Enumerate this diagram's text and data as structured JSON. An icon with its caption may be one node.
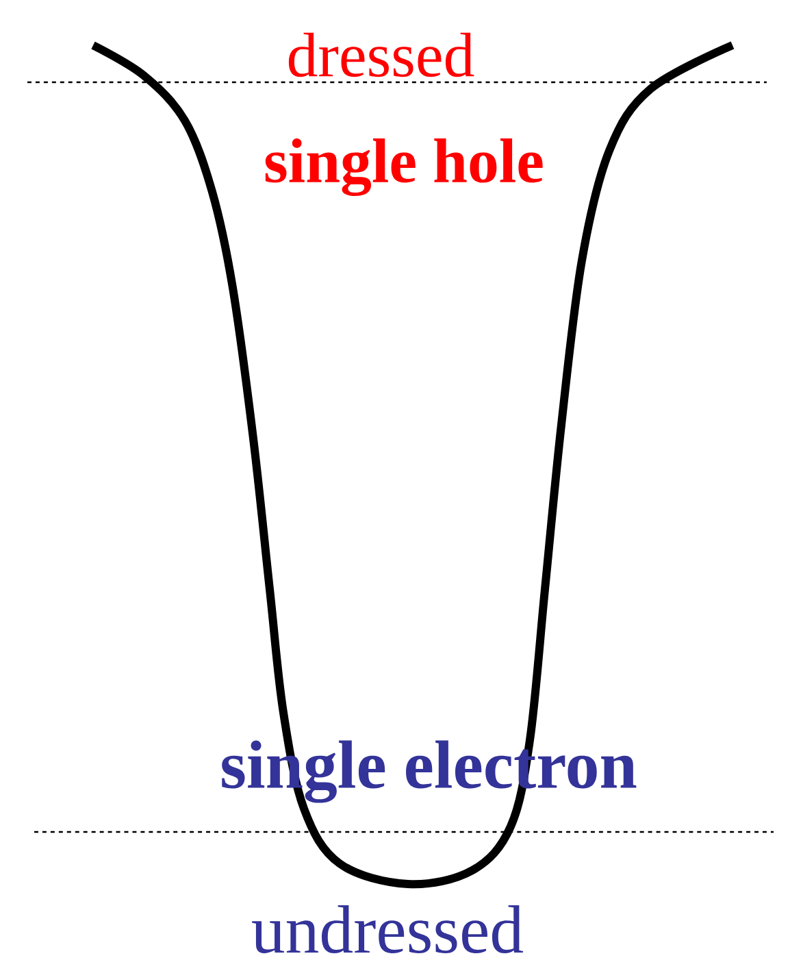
{
  "diagram": {
    "labels": [
      "dressed",
      "single hole",
      "single electron",
      "undressed"
    ]
  }
}
